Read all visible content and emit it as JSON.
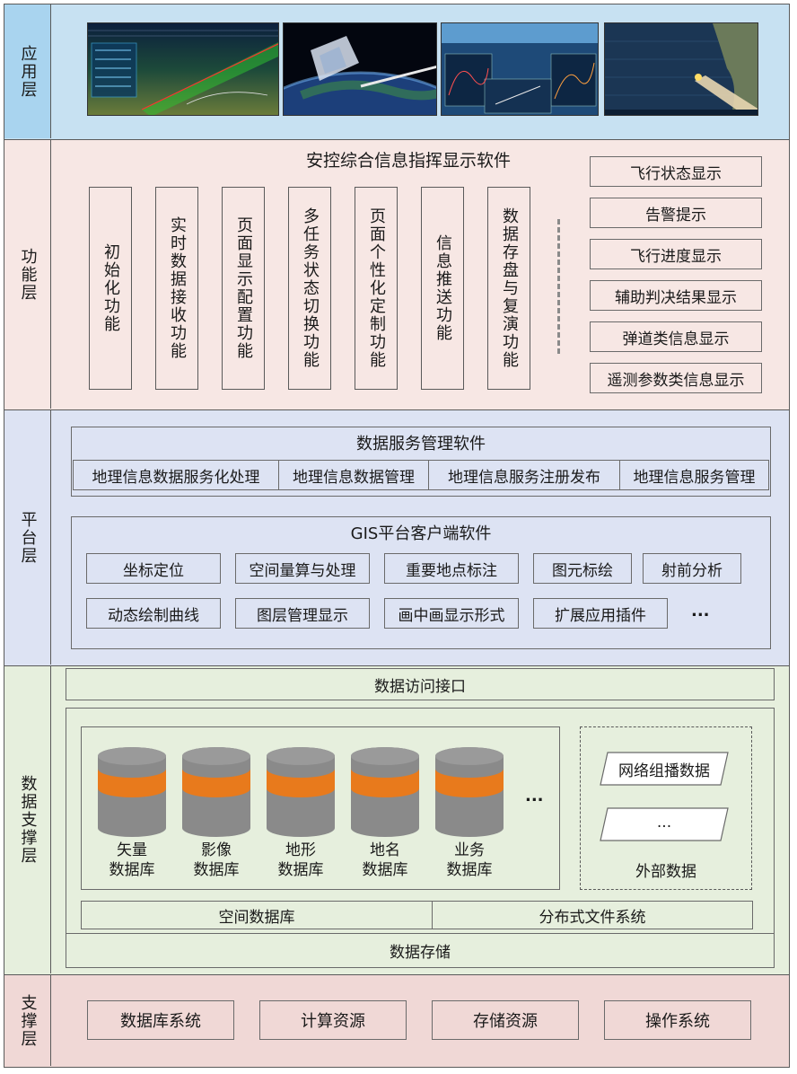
{
  "layers": {
    "app": "应用层",
    "func": "功能层",
    "platform": "平台层",
    "data": "数据支撑层",
    "support": "支撑层"
  },
  "function_layer": {
    "title": "安控综合信息指挥显示软件",
    "modules": [
      "初始化功能",
      "实时数据接收功能",
      "页面显示配置功能",
      "多任务状态切换功能",
      "页面个性化定制功能",
      "信息推送功能",
      "数据存盘与复演功能"
    ],
    "displays": [
      "飞行状态显示",
      "告警提示",
      "飞行进度显示",
      "辅助判决结果显示",
      "弹道类信息显示",
      "遥测参数类信息显示"
    ]
  },
  "platform_layer": {
    "data_service_title": "数据服务管理软件",
    "data_services": [
      "地理信息数据服务化处理",
      "地理信息数据管理",
      "地理信息服务注册发布",
      "地理信息服务管理"
    ],
    "gis_title": "GIS平台客户端软件",
    "gis_row1": [
      "坐标定位",
      "空间量算与处理",
      "重要地点标注",
      "图元标绘",
      "射前分析"
    ],
    "gis_row2": [
      "动态绘制曲线",
      "图层管理显示",
      "画中画显示形式",
      "扩展应用插件"
    ],
    "gis_more": "..."
  },
  "data_layer": {
    "access": "数据访问接口",
    "databases": [
      {
        "l1": "矢量",
        "l2": "数据库"
      },
      {
        "l1": "影像",
        "l2": "数据库"
      },
      {
        "l1": "地形",
        "l2": "数据库"
      },
      {
        "l1": "地名",
        "l2": "数据库"
      },
      {
        "l1": "业务",
        "l2": "数据库"
      }
    ],
    "db_more": "...",
    "external_items": [
      "网络组播数据",
      "..."
    ],
    "external_title": "外部数据",
    "spatial_db": "空间数据库",
    "dfs": "分布式文件系统",
    "storage": "数据存储"
  },
  "support_layer": {
    "items": [
      "数据库系统",
      "计算资源",
      "存储资源",
      "操作系统"
    ]
  },
  "colors": {
    "app_bg": "#c7e1f2",
    "app_label_bg": "#a9d4ef",
    "func_bg": "#f7e7e4",
    "platform_bg": "#dde3f3",
    "data_bg": "#e6efdd",
    "support_bg": "#f0d8d6",
    "cyl_gray": "#8a8a8a",
    "cyl_orange": "#e87a1c"
  }
}
